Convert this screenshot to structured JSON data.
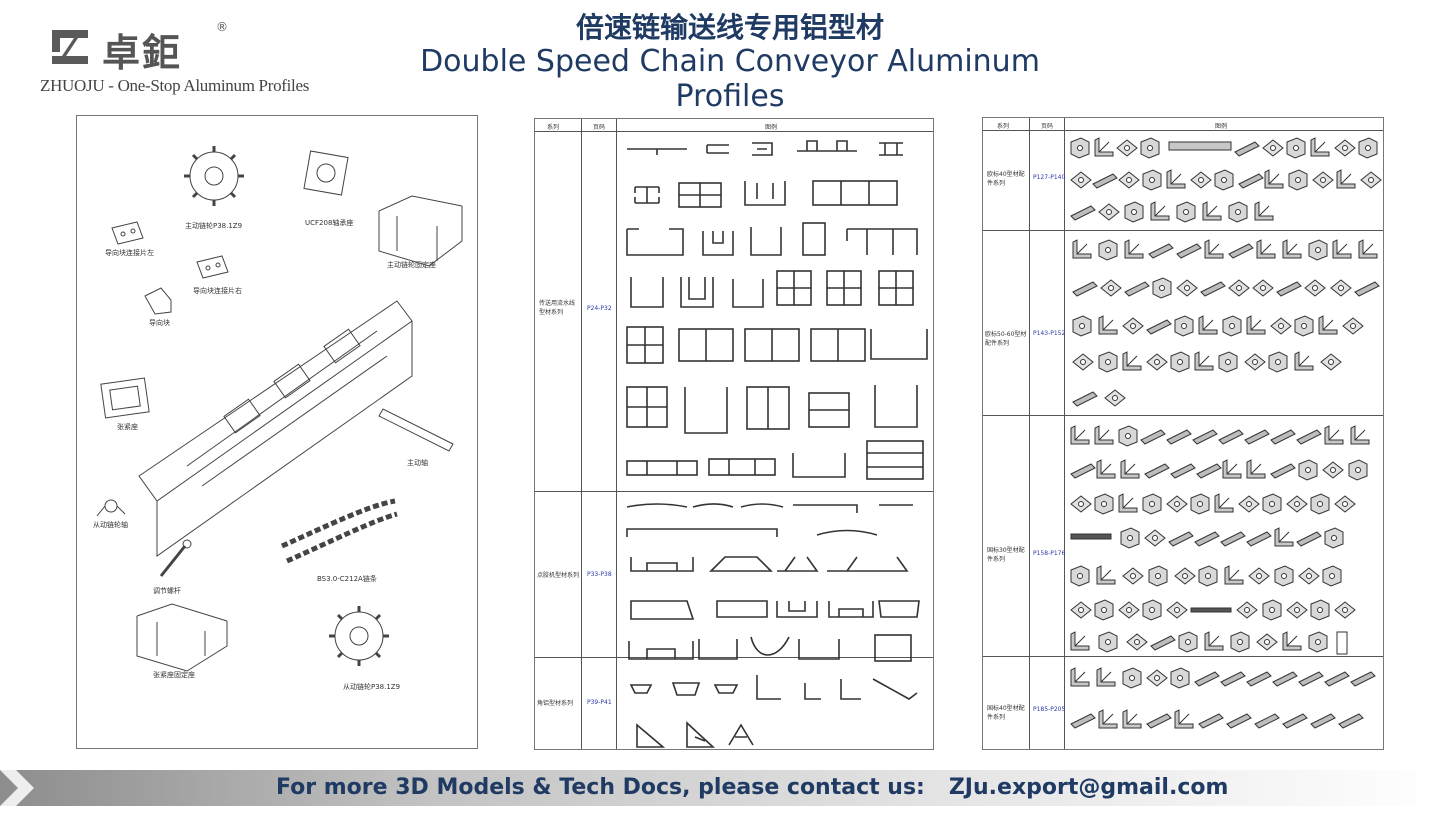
{
  "logo": {
    "brand_cn": "卓鉅",
    "registered": "®",
    "tagline": "ZHUOJU - One-Stop Aluminum Profiles"
  },
  "title": {
    "cn": "倍速链输送线专用铝型材",
    "en": "Double Speed Chain Conveyor Aluminum Profiles"
  },
  "assembly_panel": {
    "labels": [
      "主动链轮P38.1Z9",
      "UCF208轴承座",
      "导向块连接片左",
      "主动链轮固定座",
      "导向块连接片右",
      "导向块",
      "张紧座",
      "主动轴",
      "从动链轮轴",
      "调节螺杆",
      "BS3.0-C212A链条",
      "张紧座固定座",
      "从动链轮P38.1Z9"
    ]
  },
  "profiles_table": {
    "headers": [
      "系列",
      "页码",
      "图例"
    ],
    "rows": [
      {
        "series": "传送用流水线型材系列",
        "pages": "P24-P32"
      },
      {
        "series": "点胶机型材系列",
        "pages": "P33-P38"
      },
      {
        "series": "角铝型材系列",
        "pages": "P39-P41"
      }
    ]
  },
  "accessories_table": {
    "headers": [
      "系列",
      "页码",
      "图例"
    ],
    "rows": [
      {
        "series": "欧标40型材配件系列",
        "pages": "P127-P140"
      },
      {
        "series": "欧标50-60型材配件系列",
        "pages": "P143-P152"
      },
      {
        "series": "国标30型材配件系列",
        "pages": "P158-P176"
      },
      {
        "series": "国标40型材配件系列",
        "pages": "P185-P205"
      }
    ]
  },
  "footer": {
    "text": "For more 3D Models & Tech Docs, please contact us:",
    "email": "ZJu.export@gmail.com"
  }
}
